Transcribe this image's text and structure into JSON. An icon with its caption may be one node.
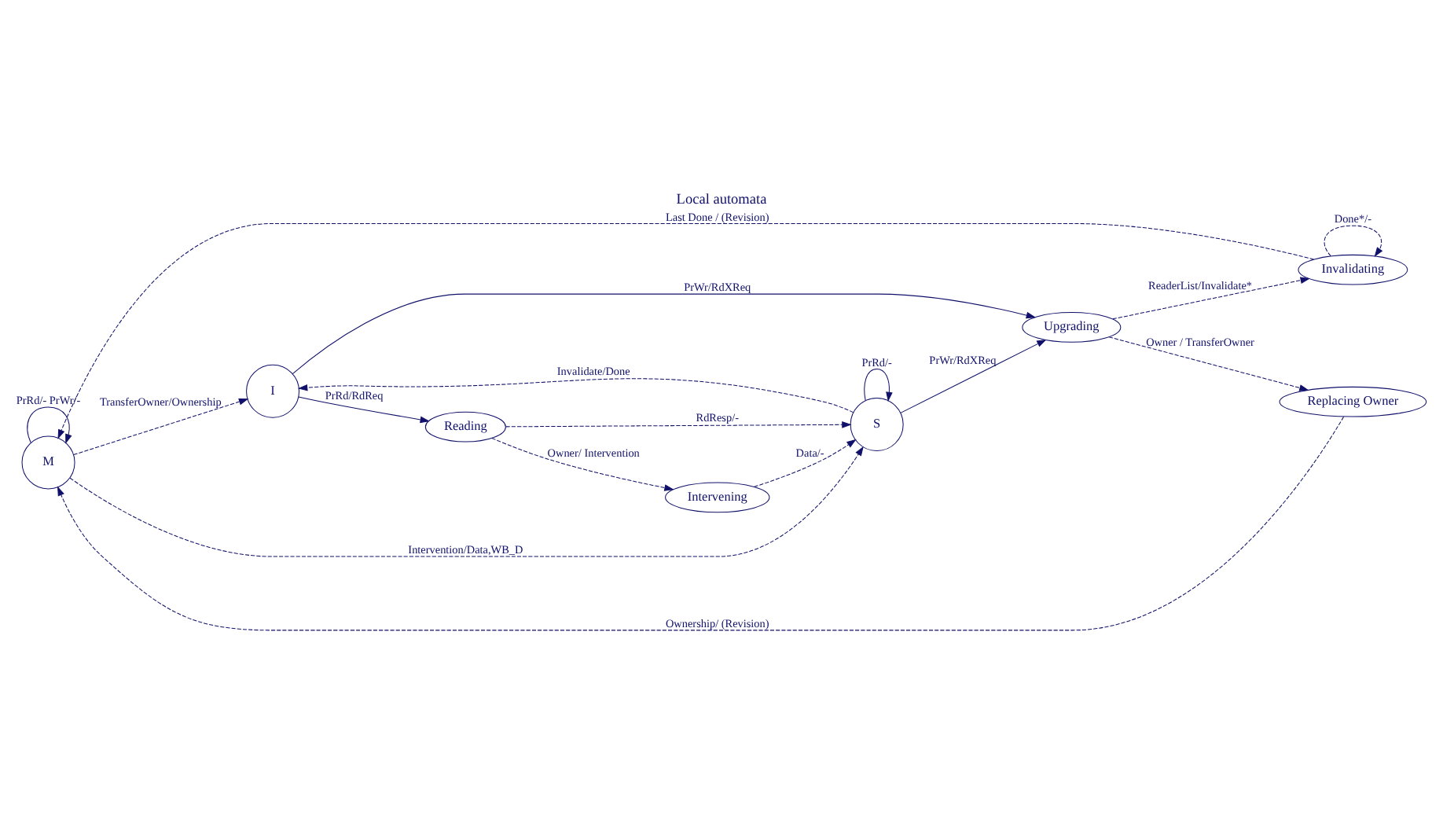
{
  "diagram": {
    "title": "Local automata",
    "nodes": [
      {
        "text": [
          "M"
        ]
      },
      {
        "text": [
          "Invalidating"
        ]
      },
      {
        "text": [
          "I"
        ]
      },
      {
        "text": [
          "Reading"
        ]
      },
      {
        "text": [
          "Replacing Owner"
        ]
      },
      {
        "text": [
          "Upgrading"
        ]
      },
      {
        "text": [
          "Intervening"
        ]
      },
      {
        "text": [
          "S"
        ]
      }
    ],
    "edges": [
      {
        "from": 0,
        "to": 0,
        "arrow": "to",
        "label": "PrRd/- PrWr/-"
      },
      {
        "from": 0,
        "to": 2,
        "arrow": "to",
        "label": "TransferOwner/Ownership",
        "style": "dashed"
      },
      {
        "from": 1,
        "to": 1,
        "arrow": "to",
        "label": "Done*/-",
        "style": "dashed"
      },
      {
        "from": 1,
        "to": 0,
        "arrow": "to",
        "label": "Last Done / (Revision)",
        "style": "dashed"
      },
      {
        "from": 2,
        "to": 5,
        "arrow": "to",
        "label": "PrWr/RdXReq"
      },
      {
        "from": 2,
        "to": 3,
        "arrow": "to",
        "label": "PrRd/RdReq"
      },
      {
        "from": 5,
        "to": 1,
        "arrow": "to",
        "label": "ReaderList/Invalidate*",
        "style": "dashed"
      },
      {
        "from": 4,
        "to": 0,
        "arrow": "to",
        "label": "Ownership/ (Revision)",
        "style": "dashed"
      },
      {
        "from": 5,
        "to": 4,
        "arrow": "to",
        "label": "Owner / TransferOwner",
        "style": "dashed"
      },
      {
        "from": 3,
        "to": 7,
        "arrow": "to",
        "label": "RdResp/-",
        "style": "dashed"
      },
      {
        "from": 3,
        "to": 6,
        "arrow": "to",
        "label": "Owner/ Intervention",
        "style": "dashed"
      },
      {
        "from": 7,
        "to": 5,
        "arrow": "to",
        "label": "PrWr/RdXReq"
      },
      {
        "from": 0,
        "to": 7,
        "arrow": "to",
        "label": "Intervention/Data,WB_D",
        "style": "dashed"
      },
      {
        "from": 6,
        "to": 7,
        "arrow": "to",
        "label": "Data/-",
        "style": "dashed"
      },
      {
        "from": 7,
        "to": 2,
        "arrow": "to",
        "label": "Invalidate/Done",
        "style": "dashed"
      },
      {
        "from": 7,
        "to": 7,
        "arrow": "to",
        "label": "PrRd/-"
      }
    ]
  }
}
